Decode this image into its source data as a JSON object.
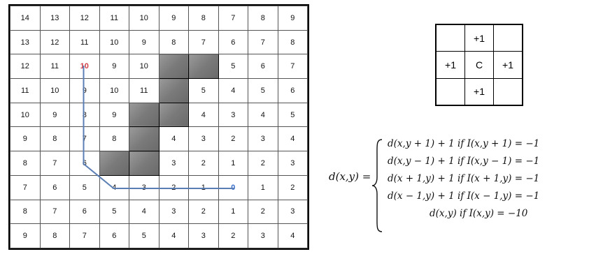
{
  "grid": {
    "rows": [
      [
        "14",
        "13",
        "12",
        "11",
        "10",
        "9",
        "8",
        "7",
        "8",
        "9"
      ],
      [
        "13",
        "12",
        "11",
        "10",
        "9",
        "8",
        "7",
        "6",
        "7",
        "8"
      ],
      [
        "12",
        "11",
        "10",
        "9",
        "10",
        "",
        "",
        "5",
        "6",
        "7"
      ],
      [
        "11",
        "10",
        "9",
        "10",
        "11",
        "",
        "5",
        "4",
        "5",
        "6"
      ],
      [
        "10",
        "9",
        "8",
        "9",
        "",
        "",
        "4",
        "3",
        "4",
        "5"
      ],
      [
        "9",
        "8",
        "7",
        "8",
        "",
        "4",
        "3",
        "2",
        "3",
        "4"
      ],
      [
        "8",
        "7",
        "6",
        "",
        "",
        "3",
        "2",
        "1",
        "2",
        "3"
      ],
      [
        "7",
        "6",
        "5",
        "4",
        "3",
        "2",
        "1",
        "0",
        "1",
        "2"
      ],
      [
        "8",
        "7",
        "6",
        "5",
        "4",
        "3",
        "2",
        "1",
        "2",
        "3"
      ],
      [
        "9",
        "8",
        "7",
        "6",
        "5",
        "4",
        "3",
        "2",
        "3",
        "4"
      ]
    ],
    "walls": [
      [
        2,
        5
      ],
      [
        2,
        6
      ],
      [
        3,
        5
      ],
      [
        4,
        4
      ],
      [
        4,
        5
      ],
      [
        5,
        4
      ],
      [
        6,
        3
      ],
      [
        6,
        4
      ]
    ],
    "start": [
      2,
      2
    ],
    "goal": [
      7,
      7
    ],
    "path": [
      [
        2,
        2
      ],
      [
        3,
        2
      ],
      [
        4,
        2
      ],
      [
        5,
        2
      ],
      [
        6,
        2
      ],
      [
        7,
        3
      ],
      [
        7,
        4
      ],
      [
        7,
        5
      ],
      [
        7,
        6
      ],
      [
        7,
        7
      ]
    ],
    "path_color": "#5b7fb5",
    "wall_color": "#7f7f7f",
    "start_color": "#d23c46",
    "goal_color": "#3a6fc9"
  },
  "kernel": {
    "cells": [
      [
        "",
        "+1",
        ""
      ],
      [
        "+1",
        "C",
        "+1"
      ],
      [
        "",
        "+1",
        ""
      ]
    ]
  },
  "formula": {
    "lhs": "d(x,y) =",
    "cases": [
      "d(x,y + 1) + 1  if  I(x,y + 1) = −1",
      "d(x,y − 1) + 1  if  I(x,y − 1) = −1",
      "d(x + 1,y) + 1  if  I(x + 1,y) = −1",
      "d(x − 1,y) + 1  if  I(x − 1,y) = −1",
      "d(x,y)  if  I(x,y) = −10"
    ]
  }
}
